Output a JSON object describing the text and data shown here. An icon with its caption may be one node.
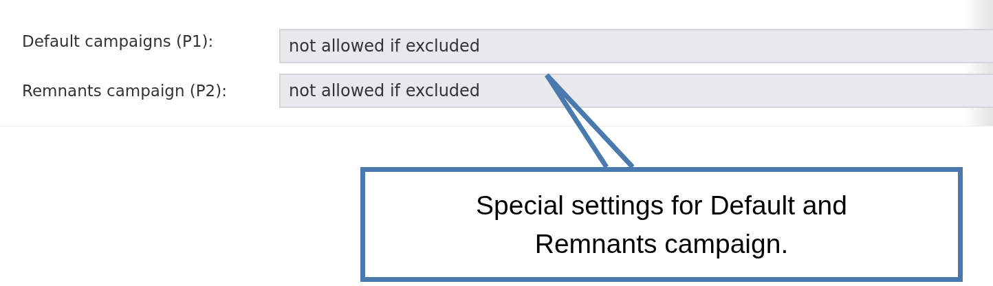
{
  "diagram": {
    "nodes": [
      {
        "text": [
          "not allowed if excluded"
        ]
      },
      {
        "text": [
          "not allowed if excluded"
        ]
      },
      {
        "text": [
          "Special settings for Default and Remnants campaign."
        ]
      }
    ],
    "edges": [
      {
        "from": 2,
        "to": 1,
        "arrow": "none"
      }
    ],
    "labels": [
      "Default campaigns (P1):",
      "Remnants campaign (P2):"
    ]
  }
}
